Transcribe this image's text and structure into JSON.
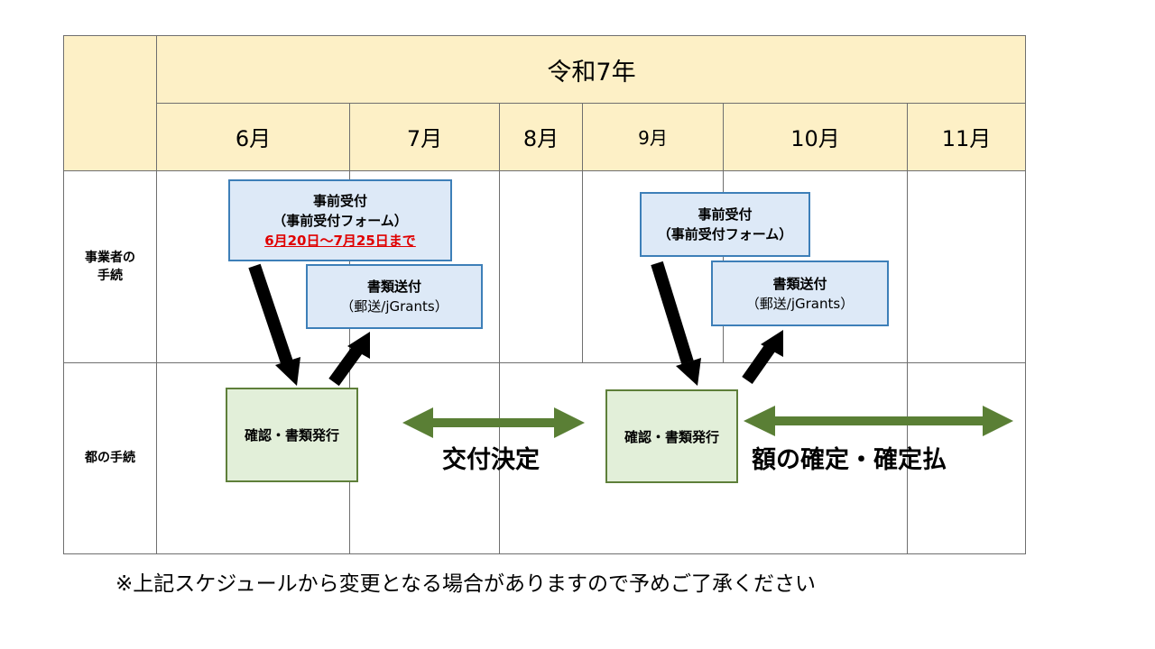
{
  "header": {
    "year": "令和7年",
    "months": [
      "6月",
      "7月",
      "8月",
      "9月",
      "10月",
      "11月"
    ]
  },
  "rows": {
    "business": "事業者の\n手続",
    "metro": "都の手続"
  },
  "boxes": {
    "pre_reception_1": {
      "title": "事前受付",
      "subtitle": "（事前受付フォーム）",
      "deadline": "6月20日～7月25日まで"
    },
    "docs_1": {
      "title": "書類送付",
      "subtitle": "（郵送/jGrants）"
    },
    "pre_reception_2": {
      "title": "事前受付",
      "subtitle": "（事前受付フォーム）"
    },
    "docs_2": {
      "title": "書類送付",
      "subtitle": "（郵送/jGrants）"
    },
    "confirm_1": "確認・書類発行",
    "confirm_2": "確認・書類発行"
  },
  "labels": {
    "grant_decision": "交付決定",
    "amount_confirm": "額の確定・確定払"
  },
  "note": "※上記スケジュールから変更となる場合がありますので予めご了承ください",
  "colors": {
    "header_bg": "#fdf0c6",
    "blue_box": "#dde9f7",
    "blue_border": "#3d7fb8",
    "green_box": "#e2efd9",
    "green_arrow": "#5a7f35",
    "deadline_red": "#e00000"
  }
}
